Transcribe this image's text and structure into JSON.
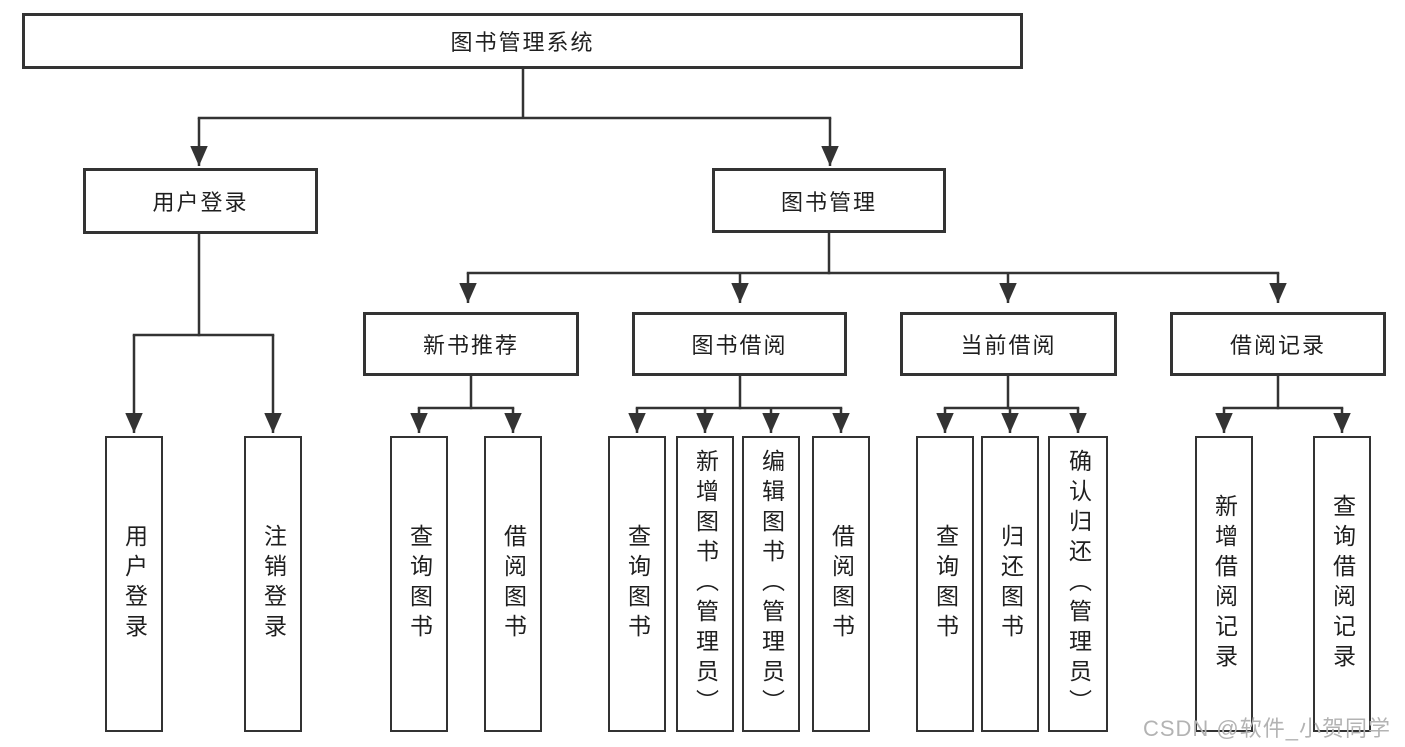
{
  "tree": {
    "root": "图书管理系统",
    "level1": [
      "用户登录",
      "图书管理"
    ],
    "level2": [
      "新书推荐",
      "图书借阅",
      "当前借阅",
      "借阅记录"
    ],
    "leaves": {
      "user_login": [
        "用户登录",
        "注销登录"
      ],
      "new_book": [
        "查询图书",
        "借阅图书"
      ],
      "book_borrow": [
        "查询图书",
        "新增图书（管理员）",
        "编辑图书（管理员）",
        "借阅图书"
      ],
      "current_borrow": [
        "查询图书",
        "归还图书",
        "确认归还（管理员）"
      ],
      "borrow_records": [
        "新增借阅记录",
        "查询借阅记录"
      ]
    }
  },
  "watermark": "CSDN @软件_小贺同学",
  "colors": {
    "line": "#333333",
    "box_border": "#333333",
    "box_background": "#ffffff",
    "text": "#1f1f1f",
    "watermark": "#b3b3b3",
    "background": "#ffffff"
  }
}
